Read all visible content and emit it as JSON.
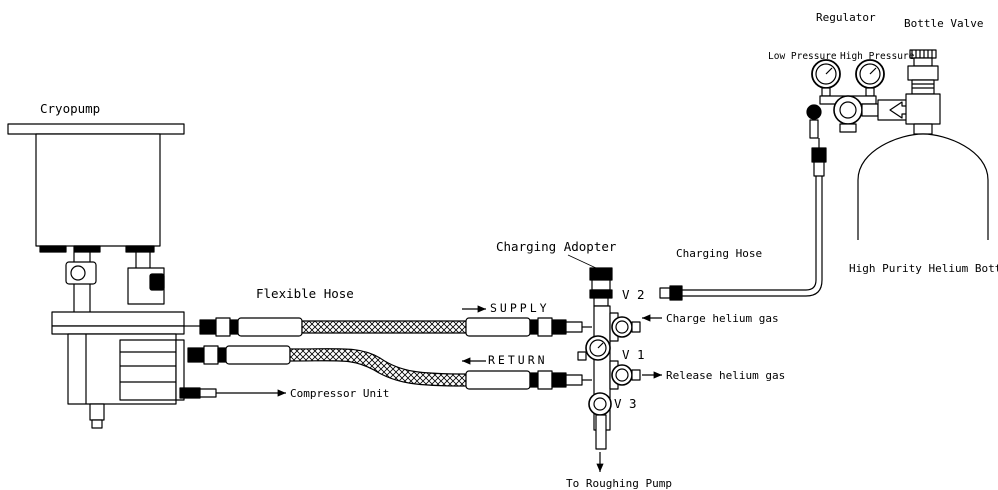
{
  "labels": {
    "cryopump": "Cryopump",
    "flexible_hose": "Flexible Hose",
    "supply": "SUPPLY",
    "return": "RETURN",
    "compressor_unit": "Compressor Unit",
    "charging_adopter": "Charging Adopter",
    "charging_hose": "Charging Hose",
    "regulator": "Regulator",
    "bottle_valve": "Bottle Valve",
    "low_pressure": "Low Pressure",
    "high_pressure": "High Pressure",
    "helium_bottle": "High Purity Helium Bottle",
    "v1": "V 1",
    "v2": "V 2",
    "v3": "V 3",
    "charge_helium": "Charge helium gas",
    "release_helium": "Release helium gas",
    "roughing_pump": "To Roughing Pump"
  },
  "colors": {
    "line": "#000000",
    "fill": "#ffffff"
  },
  "icons": {
    "arrow": "arrow-icon",
    "gauge": "pressure-gauge-icon"
  }
}
